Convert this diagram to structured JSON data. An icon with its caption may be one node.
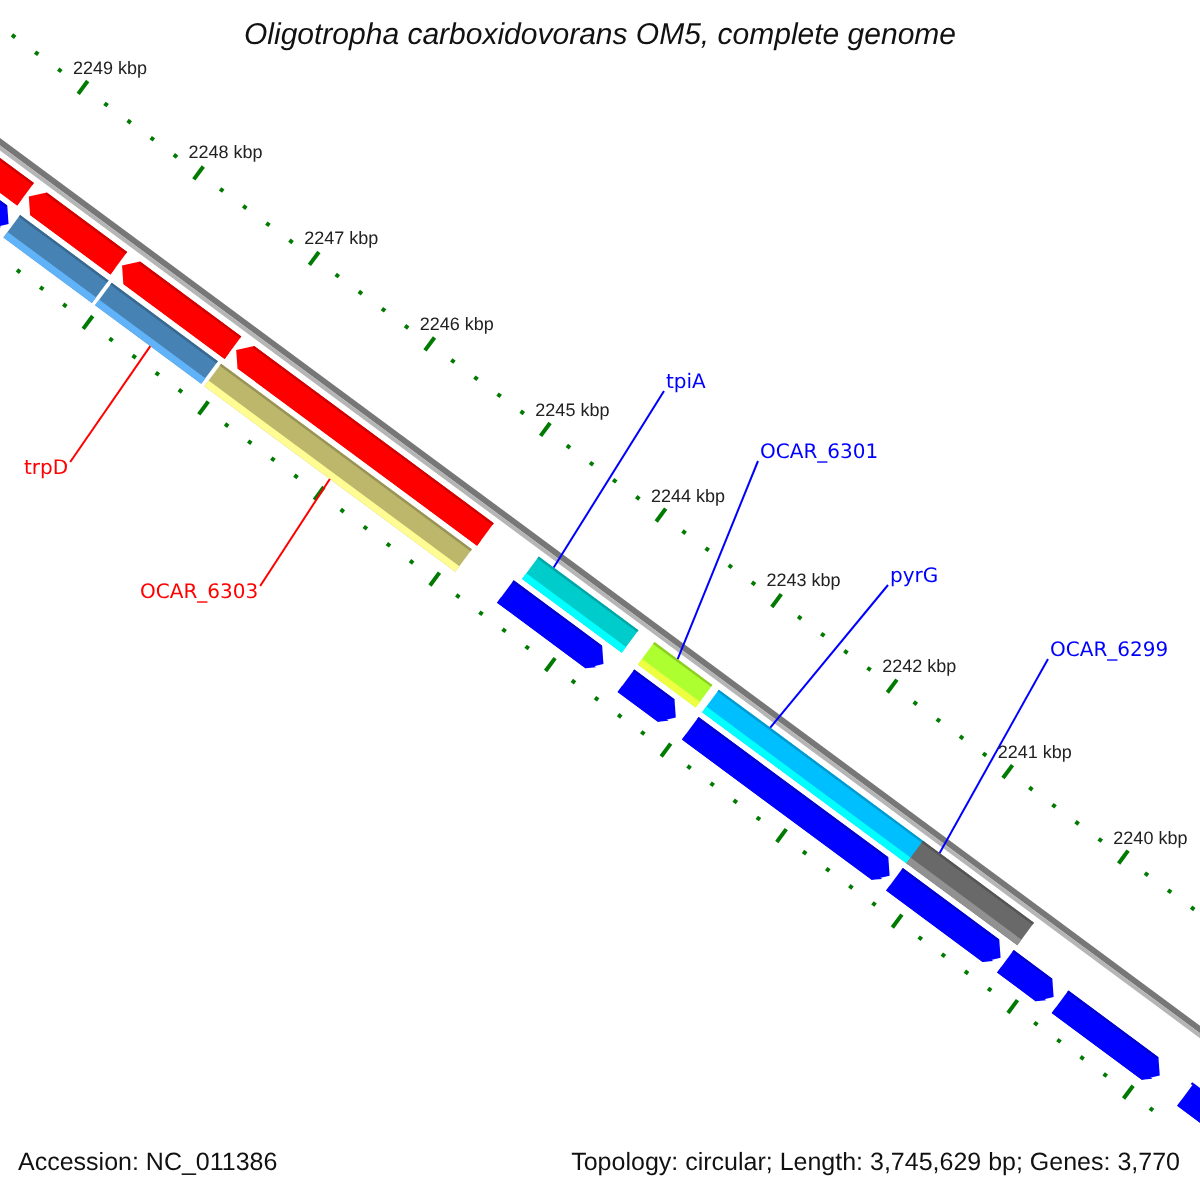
{
  "diagram": {
    "title": "Oligotropha carboxidovorans OM5, complete genome",
    "nodes": [
      {
        "text": [
          "trpD"
        ]
      },
      {
        "text": [
          "OCAR_6303"
        ]
      },
      {
        "text": [
          "tpiA"
        ]
      },
      {
        "text": [
          "OCAR_6301"
        ]
      },
      {
        "text": [
          "pyrG"
        ]
      },
      {
        "text": [
          "OCAR_6299"
        ]
      },
      {
        "text": [],
        "shape": "bar"
      },
      {
        "text": [],
        "shape": "bar"
      },
      {
        "text": [],
        "shape": "bar"
      },
      {
        "text": [],
        "shape": "bar"
      },
      {
        "text": [],
        "shape": "bar"
      },
      {
        "text": [],
        "shape": "bar"
      },
      {
        "text": [],
        "shape": "bar"
      },
      {
        "text": [],
        "shape": "bar"
      },
      {
        "text": [],
        "shape": "bar"
      },
      {
        "text": [],
        "shape": "bar"
      },
      {
        "text": [],
        "shape": "bar"
      },
      {
        "text": [],
        "shape": "bar"
      },
      {
        "text": [],
        "shape": "bar"
      },
      {
        "text": [],
        "shape": "bar"
      },
      {
        "text": [],
        "shape": "bar"
      },
      {
        "text": [],
        "shape": "bar"
      },
      {
        "text": [],
        "shape": "bar"
      },
      {
        "text": [],
        "shape": "bar"
      },
      {
        "text": [],
        "shape": "bar"
      }
    ],
    "edges": [
      {
        "from": 0,
        "to": 11,
        "arrow": "none",
        "color": "#ff0000"
      },
      {
        "from": 1,
        "to": 12,
        "arrow": "none",
        "color": "#ff0000"
      },
      {
        "from": 2,
        "to": 15,
        "arrow": "none"
      },
      {
        "from": 3,
        "to": 16,
        "arrow": "none"
      },
      {
        "from": 4,
        "to": 18,
        "arrow": "none"
      },
      {
        "from": 5,
        "to": 20,
        "arrow": "none"
      }
    ],
    "labels": [
      "2249 kbp",
      "2248 kbp",
      "2247 kbp",
      "2246 kbp",
      "2245 kbp",
      "2244 kbp",
      "2243 kbp",
      "2242 kbp",
      "2241 kbp",
      "2240 kbp",
      "Accession: NC_011386",
      "Topology: circular; Length: 3,745,629 bp; Genes: 3,770"
    ]
  }
}
